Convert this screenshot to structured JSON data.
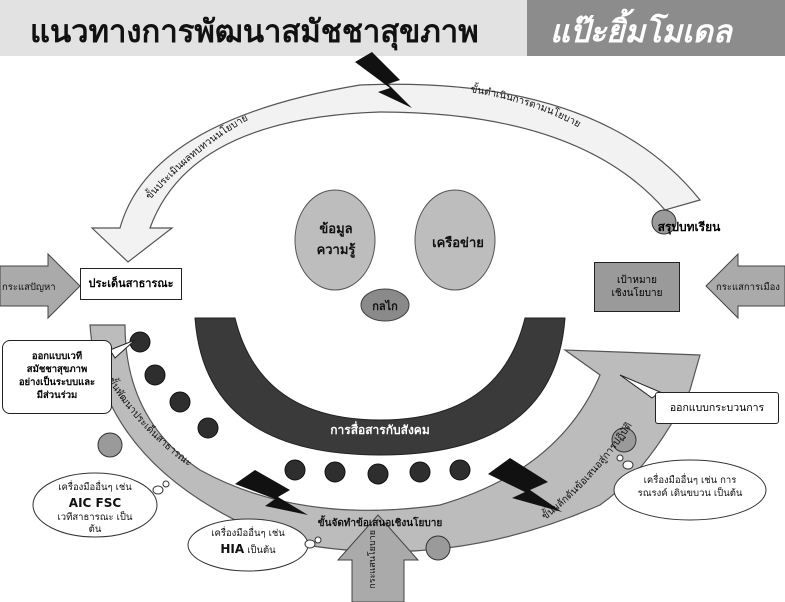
{
  "title": {
    "main": "แนวทางการพัฒนาสมัชชาสุขภาพ",
    "model": "แป๊ะยิ้มโมเดล"
  },
  "arcs": {
    "top_left": "ขั้นประเมินผลทบทวนนโยบาย",
    "top_right": "ขั้นดำเนินการตามนโยบาย",
    "bottom_left": "ขั้นพัฒนาประเด็นสาธารณะ",
    "bottom_right": "ขั้นผลักดันข้อเสนอสู่การปฏิบัติ",
    "bottom_center": "ขั้นจัดทำข้อเสนอเชิงนโยบาย"
  },
  "face": {
    "left_eye": [
      "ข้อมูล",
      "ความรู้"
    ],
    "right_eye": "เครือข่าย",
    "nose": "กลไก",
    "mouth": "การสื่อสารกับสังคม"
  },
  "inputs": {
    "problem_stream": "กระแสปัญหา",
    "political_stream": "กระแสการเมือง",
    "policy_stream": "กระแสนโยบาย"
  },
  "boxes": {
    "public_issue": "ประเด็นสาธารณะ",
    "policy_goal": [
      "เป้าหมาย",
      "เชิงนโยบาย"
    ],
    "lessons": "สรุปบทเรียน",
    "design_process": "ออกแบบกระบวนการ",
    "design_forum": [
      "ออกแบบเวที",
      "สมัชชาสุขภาพ",
      "อย่างเป็นระบบและ",
      "มีส่วนร่วม"
    ]
  },
  "clouds": {
    "left": {
      "line1": "เครื่องมืออื่นๆ เช่น",
      "bold": "AIC FSC",
      "line2": "เวทีสาธารณะ เป็น",
      "line3": "ต้น"
    },
    "center": {
      "line1": "เครื่องมืออื่นๆ เช่น",
      "bold": "HIA",
      "line2": "เป็นต้น"
    },
    "right": {
      "line1": "เครื่องมืออื่นๆ เช่น การ",
      "line2": "รณรงค์ เดินขบวน เป็นต้น"
    }
  },
  "colors": {
    "title_bar_light": "#e2e2e2",
    "title_bar_dark": "#8c8c8c",
    "mouth": "#3a3a3a",
    "arrow_gray": "#aaaaaa"
  }
}
